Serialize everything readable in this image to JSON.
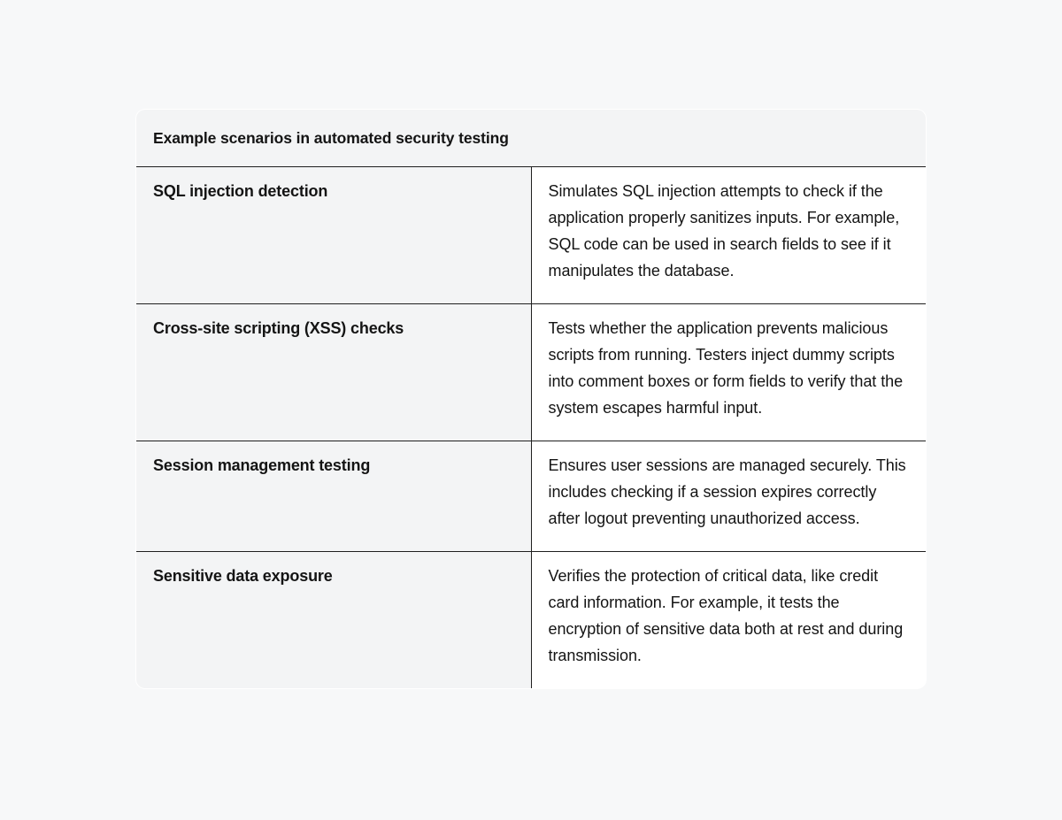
{
  "table": {
    "title": "Example scenarios in automated security testing",
    "columns": [
      "scenario",
      "description"
    ],
    "rows": [
      {
        "scenario": "SQL injection detection",
        "description": "Simulates SQL injection attempts to check if the application properly sanitizes inputs. For example, SQL code can be used in search fields to see if it manipulates the database."
      },
      {
        "scenario": "Cross-site scripting (XSS) checks",
        "description": "Tests whether the application prevents malicious scripts from running. Testers inject dummy scripts into comment boxes or form fields to verify that the system escapes harmful input."
      },
      {
        "scenario": "Session management testing",
        "description": "Ensures user sessions are managed securely. This includes checking if a session expires correctly after logout preventing unauthorized access."
      },
      {
        "scenario": "Sensitive data exposure",
        "description": "Verifies the protection of critical data, like credit card information. For example, it tests the encryption of sensitive data both at rest and during transmission."
      }
    ]
  },
  "colors": {
    "page_background": "#f7f8f9",
    "table_border": "#1f1f1f",
    "header_background": "#f3f4f5",
    "first_column_background": "#f3f4f5",
    "cell_background": "#ffffff",
    "text": "#141414"
  }
}
